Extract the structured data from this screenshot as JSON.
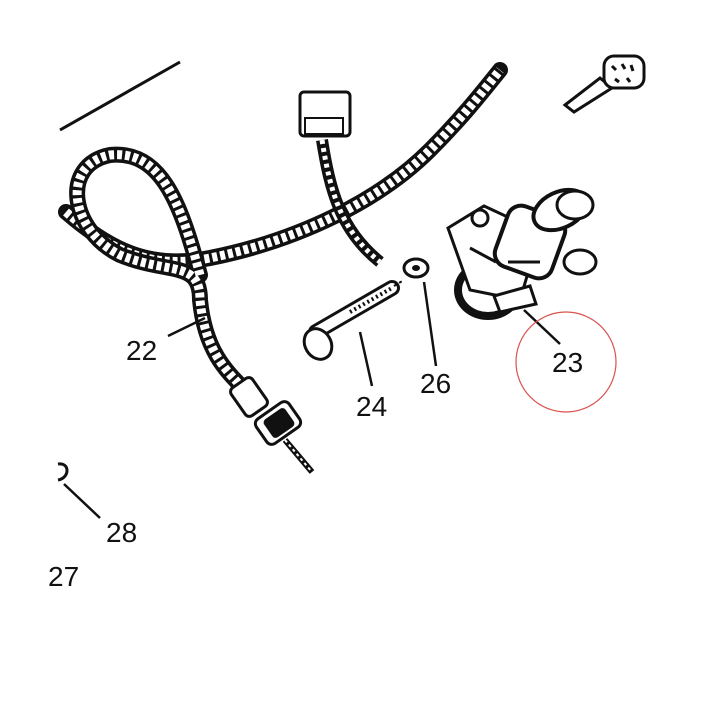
{
  "diagram": {
    "callouts": [
      {
        "id": "22",
        "label": "22"
      },
      {
        "id": "23",
        "label": "23",
        "highlighted": true
      },
      {
        "id": "24",
        "label": "24"
      },
      {
        "id": "26",
        "label": "26"
      },
      {
        "id": "27",
        "label": "27"
      },
      {
        "id": "28",
        "label": "28"
      }
    ],
    "highlight_color": "#d9534f",
    "line_color": "#111111"
  }
}
